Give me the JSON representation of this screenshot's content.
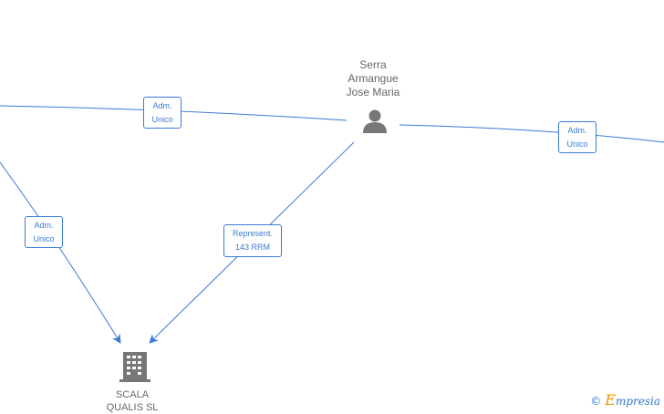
{
  "person": {
    "name_lines": [
      "Serra",
      "Armangue",
      "Jose Maria"
    ],
    "icon": "person-icon"
  },
  "company": {
    "name_lines": [
      "SCALA",
      "QUALIS SL"
    ],
    "icon": "building-icon"
  },
  "edges": [
    {
      "id": "adm-unico-top-left",
      "lines": [
        "Adm.",
        "Unico"
      ]
    },
    {
      "id": "adm-unico-right",
      "lines": [
        "Adm.",
        "Unico"
      ]
    },
    {
      "id": "adm-unico-left",
      "lines": [
        "Adm.",
        "Unico"
      ]
    },
    {
      "id": "represent",
      "lines": [
        "Represent.",
        "143 RRM"
      ]
    }
  ],
  "watermark": {
    "symbol": "©",
    "brand_initial": "E",
    "brand_rest": "mpresia"
  },
  "colors": {
    "edge": "#3b7bd4",
    "node": "#777777",
    "label_text": "#666666"
  }
}
